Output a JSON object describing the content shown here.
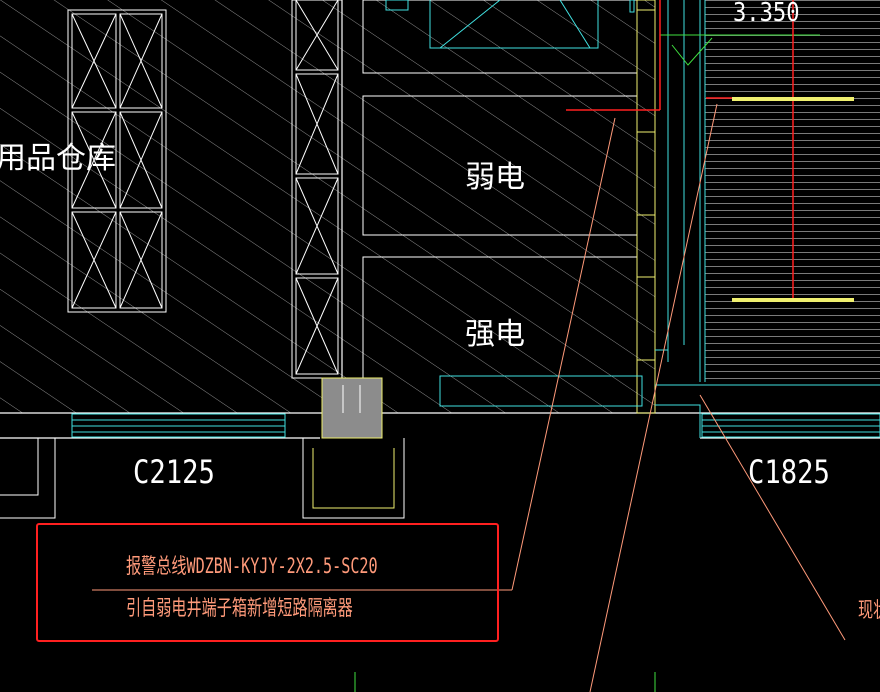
{
  "drawing": {
    "labels": {
      "storage_room": "用品仓库",
      "weak_current_room": "弱电",
      "strong_current_room": "强电",
      "window_left": "C2125",
      "window_right": "C1825",
      "elevation": "3.350",
      "cut_off_note": "现状"
    },
    "annotation": {
      "line1": "报警总线WDZBN-KYJY-2X2.5-SC20",
      "line2": "引自弱电井端子箱新增短路隔离器"
    },
    "colors": {
      "background": "#000000",
      "wall_lines": "#ffffff",
      "hatch": "#9a9a9a",
      "cyan": "#40e0e0",
      "yellow": "#f0f070",
      "red": "#ff2020",
      "leader": "#ff9a7a",
      "column_fill": "#8c8c8c"
    }
  }
}
